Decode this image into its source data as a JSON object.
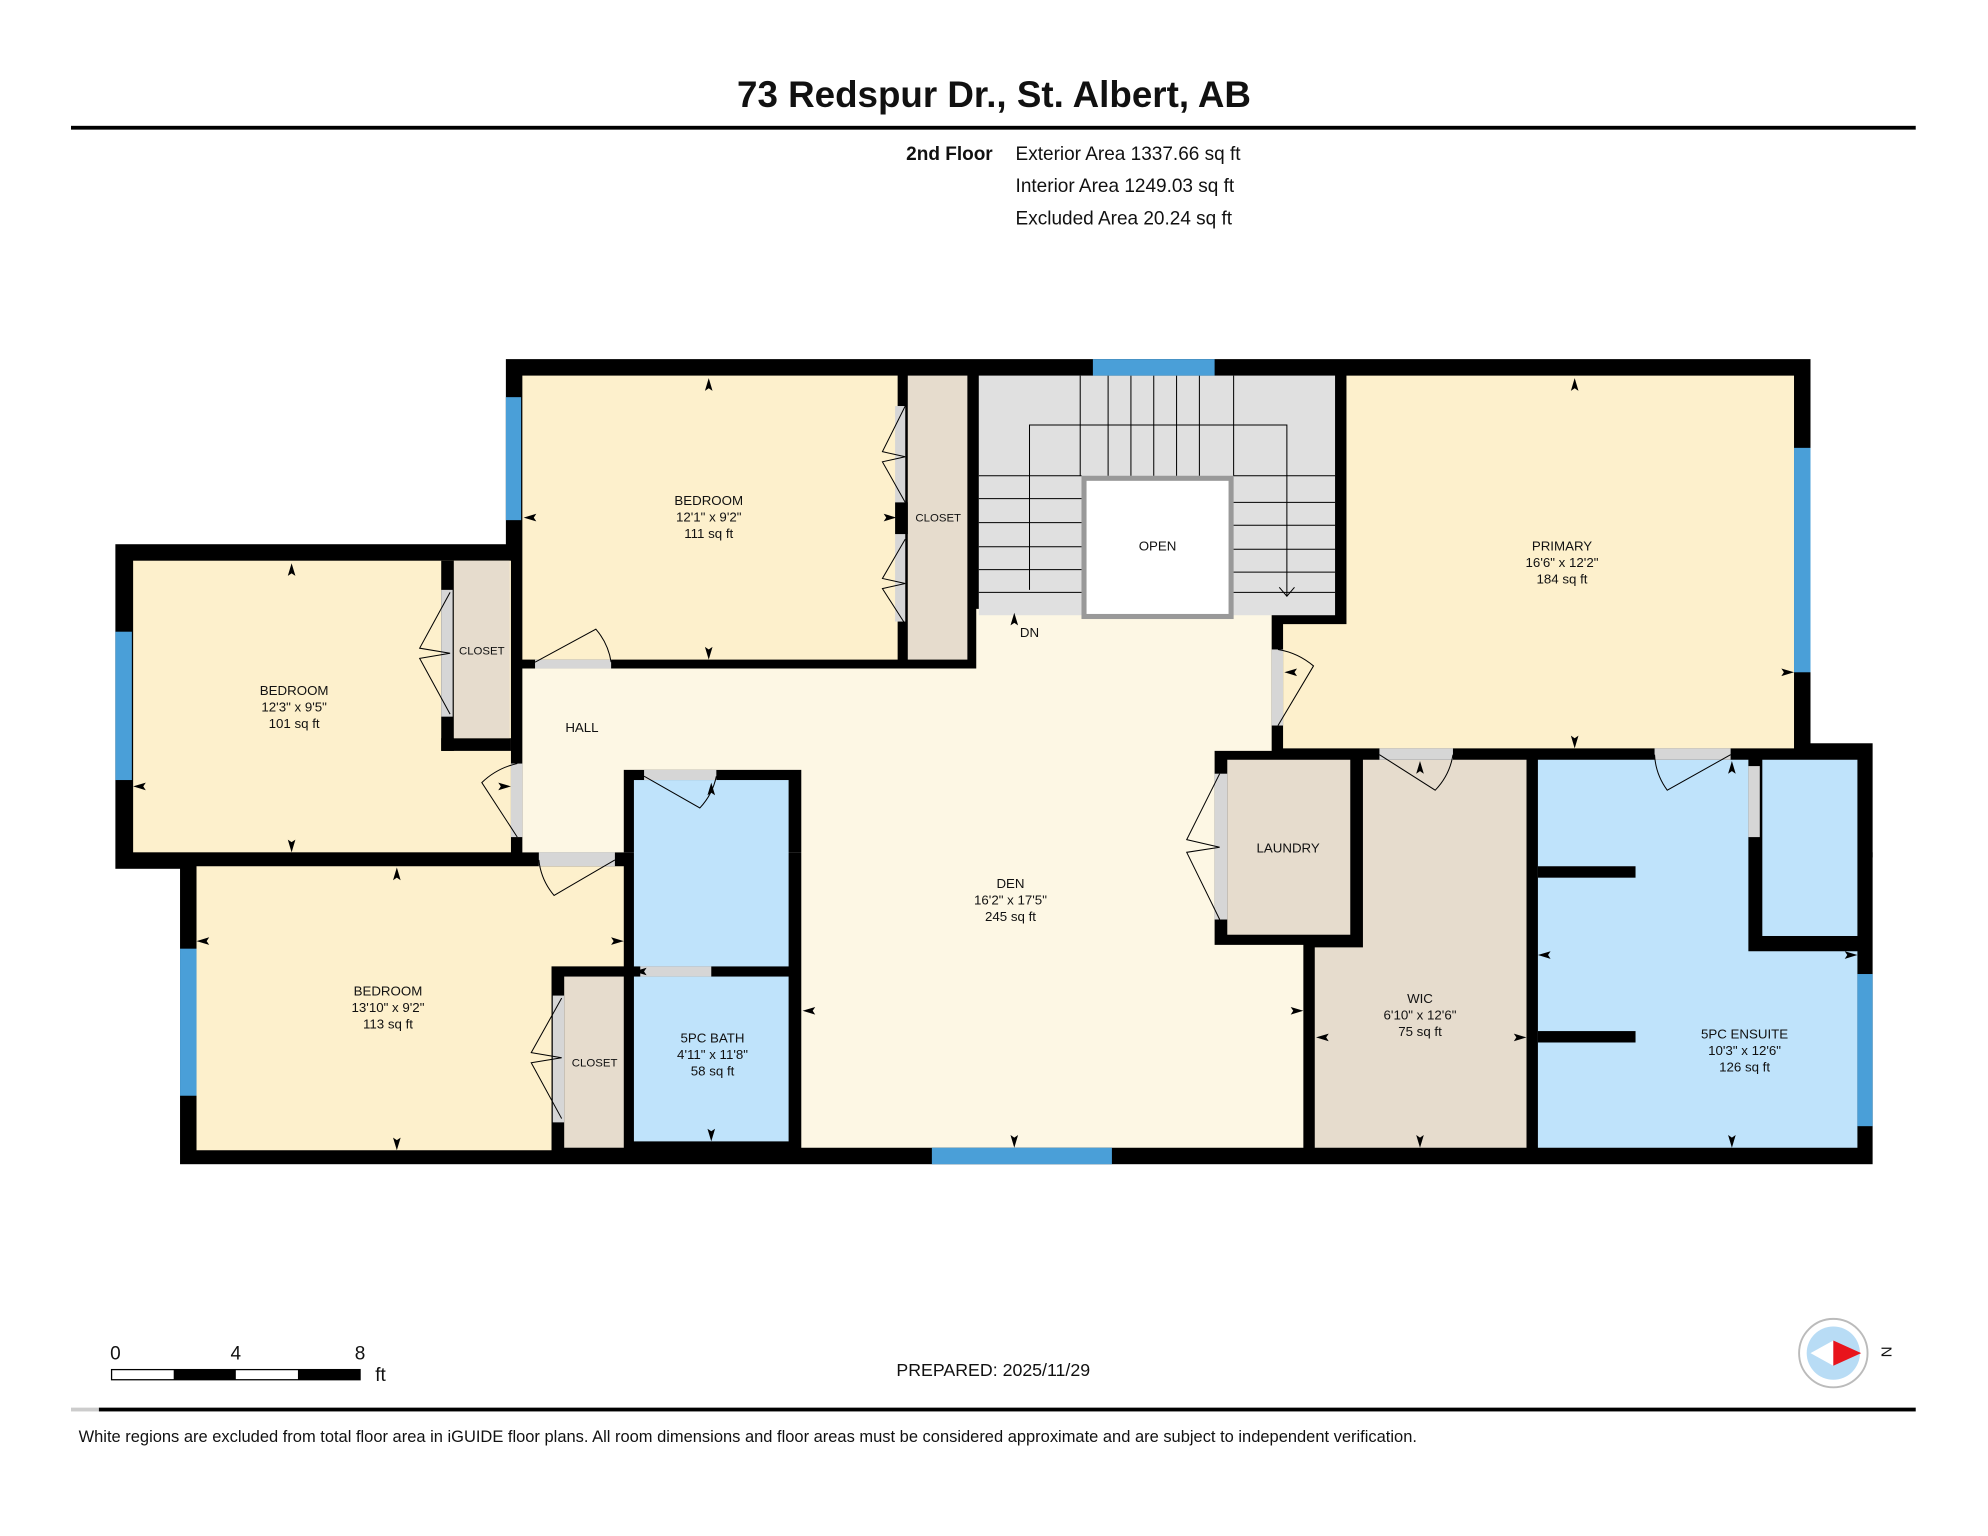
{
  "header": {
    "title": "73 Redspur Dr., St. Albert, AB",
    "floor": "2nd Floor",
    "exterior_area": "Exterior Area 1337.66 sq ft",
    "interior_area": "Interior Area 1249.03 sq ft",
    "excluded_area": "Excluded Area 20.24 sq ft"
  },
  "rooms": {
    "bedroom_top": {
      "name": "BEDROOM",
      "dims": "12'1\" x 9'2\"",
      "area": "111 sq ft"
    },
    "bedroom_left": {
      "name": "BEDROOM",
      "dims": "12'3\" x 9'5\"",
      "area": "101 sq ft"
    },
    "bedroom_bottom": {
      "name": "BEDROOM",
      "dims": "13'10\" x 9'2\"",
      "area": "113 sq ft"
    },
    "primary": {
      "name": "PRIMARY",
      "dims": "16'6\" x 12'2\"",
      "area": "184 sq ft"
    },
    "den": {
      "name": "DEN",
      "dims": "16'2\" x 17'5\"",
      "area": "245 sq ft"
    },
    "bath": {
      "name": "5PC BATH",
      "dims": "4'11\" x 11'8\"",
      "area": "58 sq ft"
    },
    "wic": {
      "name": "WIC",
      "dims": "6'10\" x 12'6\"",
      "area": "75 sq ft"
    },
    "ensuite": {
      "name": "5PC ENSUITE",
      "dims": "10'3\" x 12'6\"",
      "area": "126 sq ft"
    }
  },
  "labels": {
    "closet": "CLOSET",
    "hall": "HALL",
    "open": "OPEN",
    "laundry": "LAUNDRY",
    "down": "DN"
  },
  "scale": {
    "ticks": [
      "0",
      "4",
      "8"
    ],
    "unit": "ft"
  },
  "compass": {
    "north": "N"
  },
  "prepared": "PREPARED: 2025/11/29",
  "disclaimer": "White regions are excluded from total floor area in iGUIDE floor plans. All room dimensions and floor areas must be considered approximate and are subject to independent verification.",
  "colors": {
    "wall": "#000000",
    "bedroom": "#fdf0cc",
    "den": "#fdf7e4",
    "closet": "#e6dccd",
    "bath": "#bfe3fb",
    "stairs": "#e0e0e0",
    "window": "#4a9fd8",
    "compass_red": "#e8141c"
  }
}
